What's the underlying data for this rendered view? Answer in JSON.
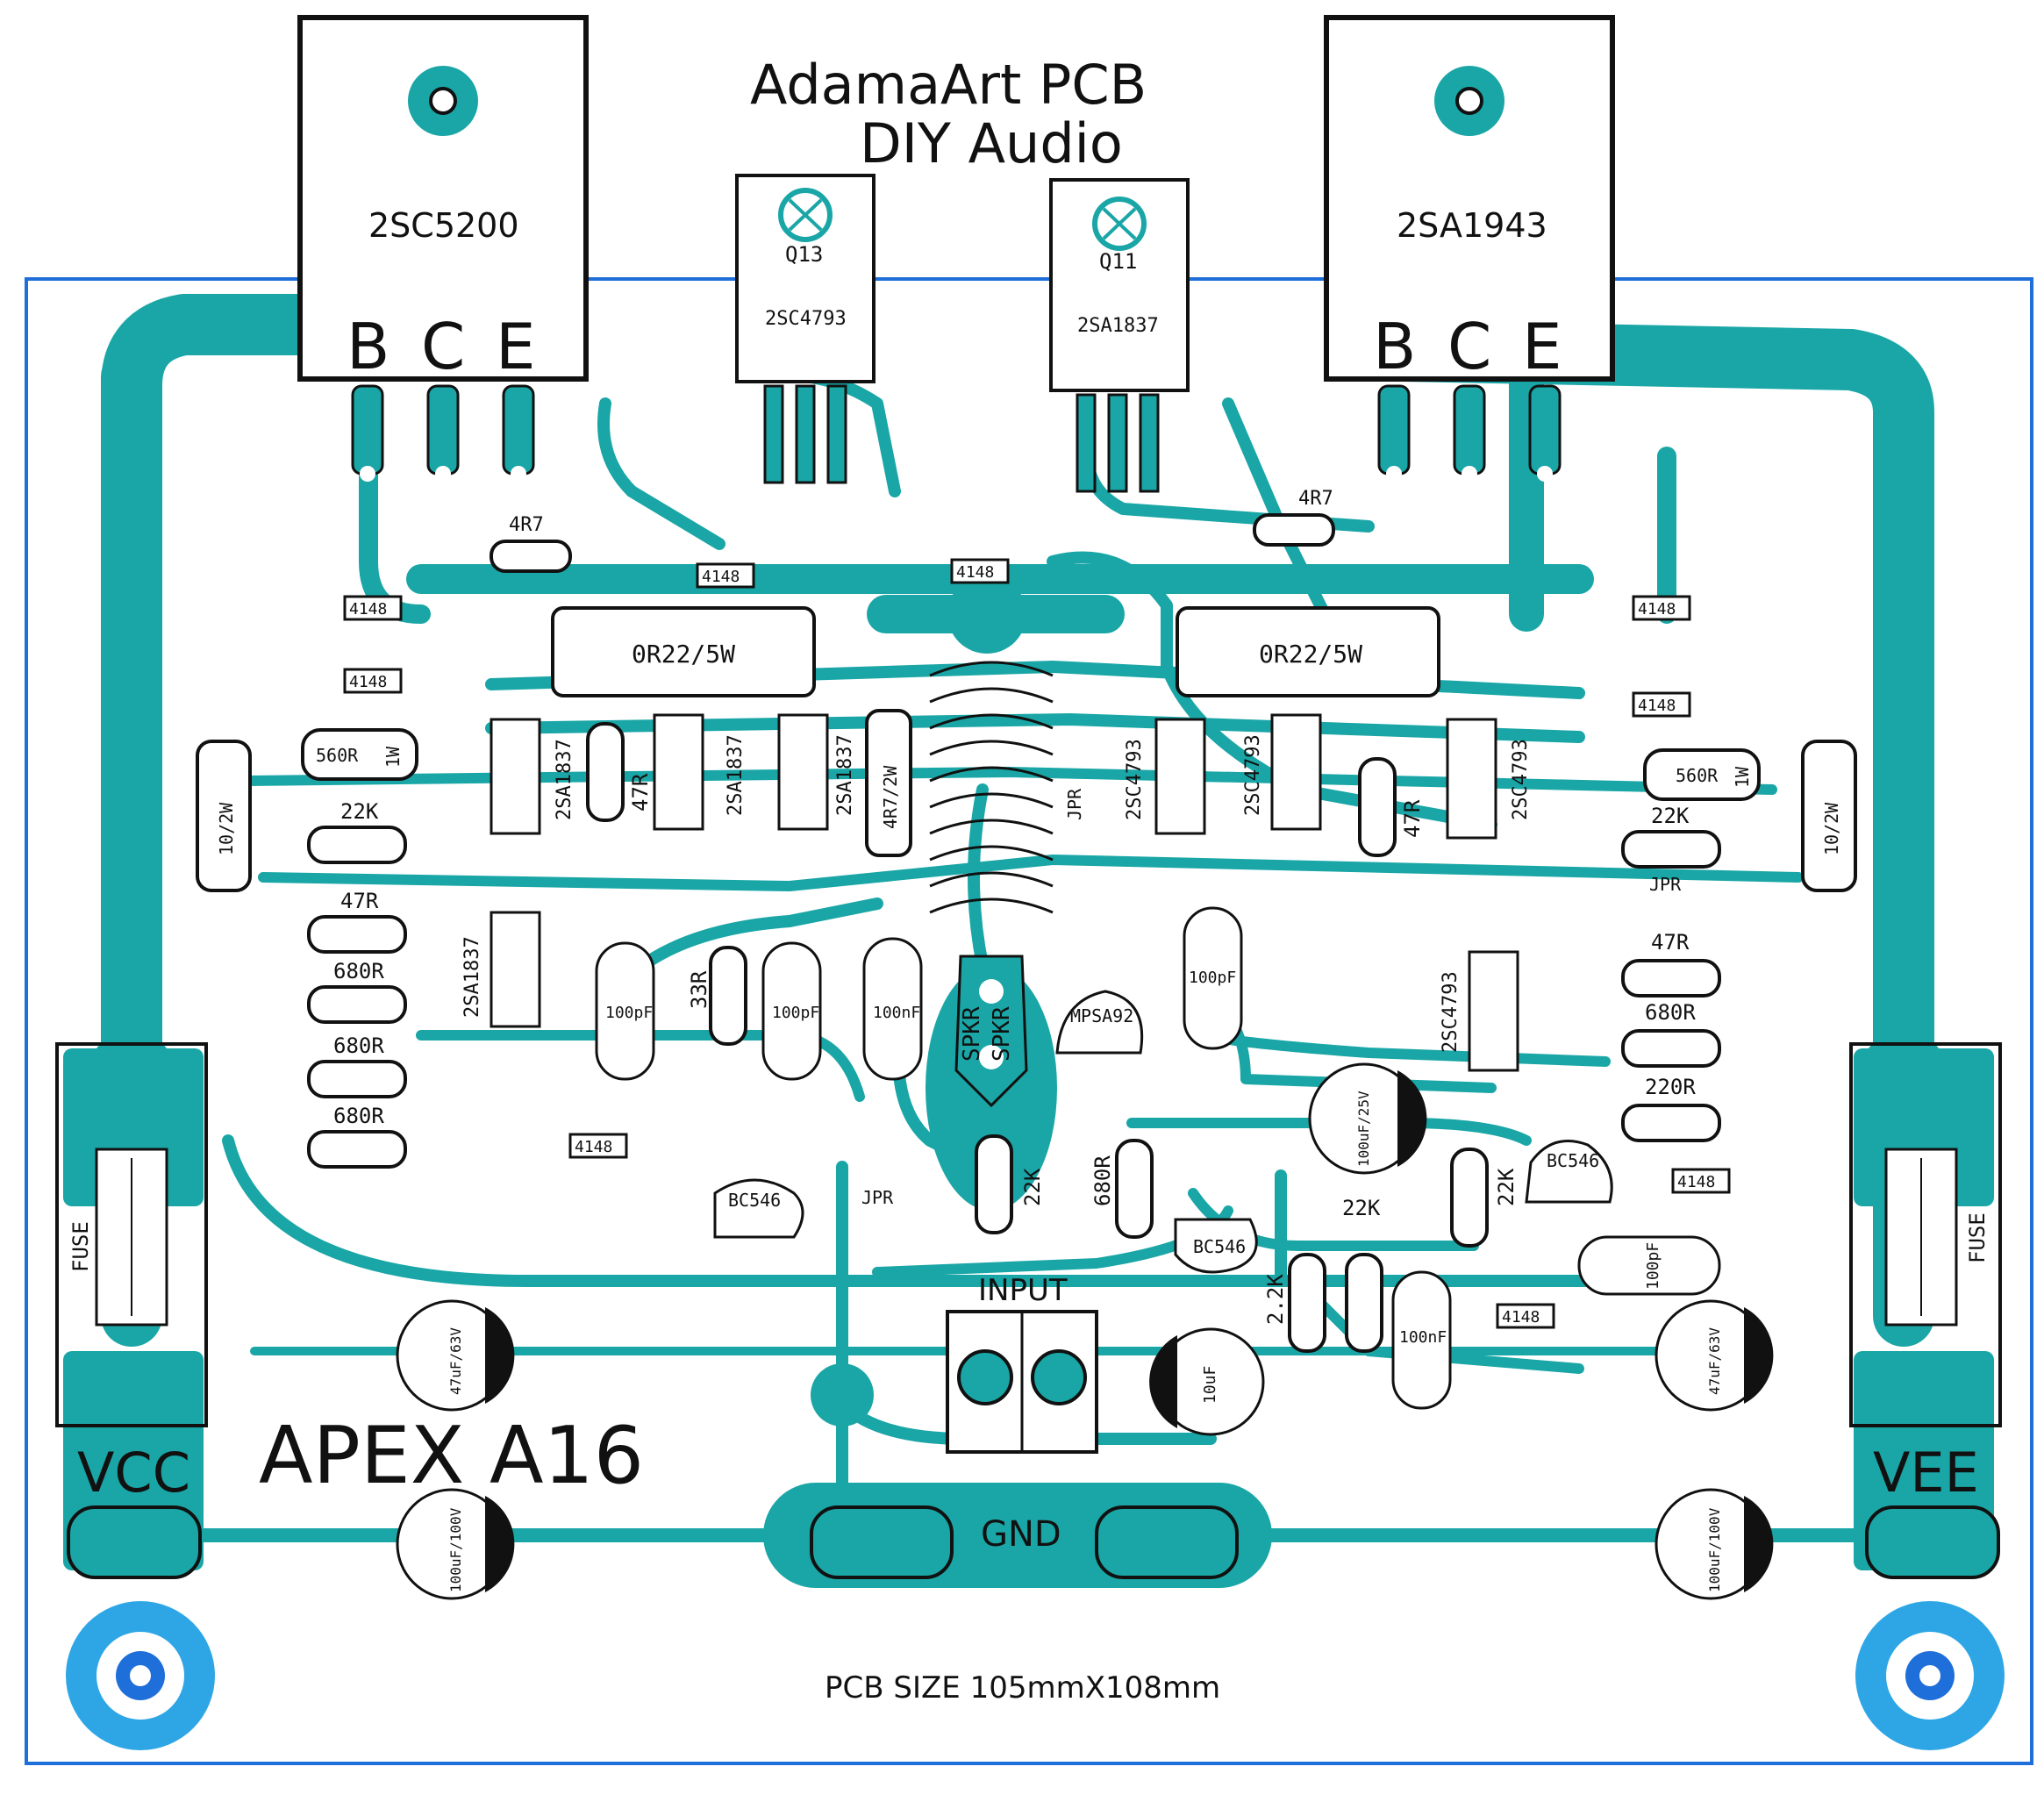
{
  "header": {
    "brand_line1": "AdamaArt PCB",
    "brand_line2": "DIY Audio"
  },
  "board": {
    "name": "APEX A16",
    "size_text": "PCB SIZE 105mmX108mm"
  },
  "colors": {
    "copper": "#1aa6a6",
    "outline": "#1e6fd9",
    "ink": "#111111",
    "pad": "#ffffff",
    "mount_ring": "#2a7de1",
    "mount_outer": "#2ea6e6"
  },
  "power": {
    "vcc": "VCC",
    "vee": "VEE",
    "gnd": "GND",
    "input": "INPUT",
    "fuse_left": "FUSE",
    "fuse_right": "FUSE"
  },
  "pins": {
    "b": "B",
    "c": "C",
    "e": "E"
  },
  "speaker": {
    "label_a": "SPKR",
    "label_b": "SPKR"
  },
  "transistors": {
    "power_npn": "2SC5200",
    "power_pnp": "2SA1943",
    "driver_npn": "2SC4793",
    "driver_npn_ref": "Q13",
    "driver_pnp": "2SA1837",
    "driver_pnp_ref": "Q11",
    "mid_left_1": "2SA1837",
    "mid_left_2": "2SA1837",
    "mid_left_3": "2SA1837",
    "mid_left_4": "2SA1837",
    "mid_right_1": "2SC4793",
    "mid_right_2": "2SC4793",
    "mid_right_3": "2SC4793",
    "mid_right_4": "2SC4793",
    "small_left": "BC546",
    "small_mid": "BC546",
    "small_right": "BC546",
    "mpsa": "MPSA92"
  },
  "resistors": {
    "emitter_left": "0R22/5W",
    "emitter_right": "0R22/5W",
    "base_left": "4R7",
    "base_right": "4R7",
    "zobel": "4R7/2W",
    "fuse_r_left": "10/2W",
    "fuse_r_right": "10/2W",
    "r560_left": "560R",
    "r560_right": "560R",
    "r1w_left": "1W",
    "r1w_right": "1W",
    "r22k_a": "22K",
    "r22k_b": "22K",
    "r22k_c": "22K",
    "r22k_d": "22K",
    "r22k_e": "22K",
    "r47_a": "47R",
    "r47_b": "47R",
    "r47_c": "47R",
    "r47_d": "47R",
    "r680_a": "680R",
    "r680_b": "680R",
    "r680_c": "680R",
    "r680_d": "680R",
    "r680_e": "680R",
    "r220": "220R",
    "r33": "33R",
    "r2k2": "2.2K",
    "jpr_a": "JPR",
    "jpr_b": "JPR",
    "jpr_c": "JPR"
  },
  "diodes": {
    "d": "4148"
  },
  "capacitors": {
    "c100pf": "100pF",
    "c100nf": "100nF",
    "c47uf": "47uF/63V",
    "c100uf_25": "100uF/25V",
    "c100uf_100": "100uF/100V",
    "c10uf": "10uF"
  }
}
